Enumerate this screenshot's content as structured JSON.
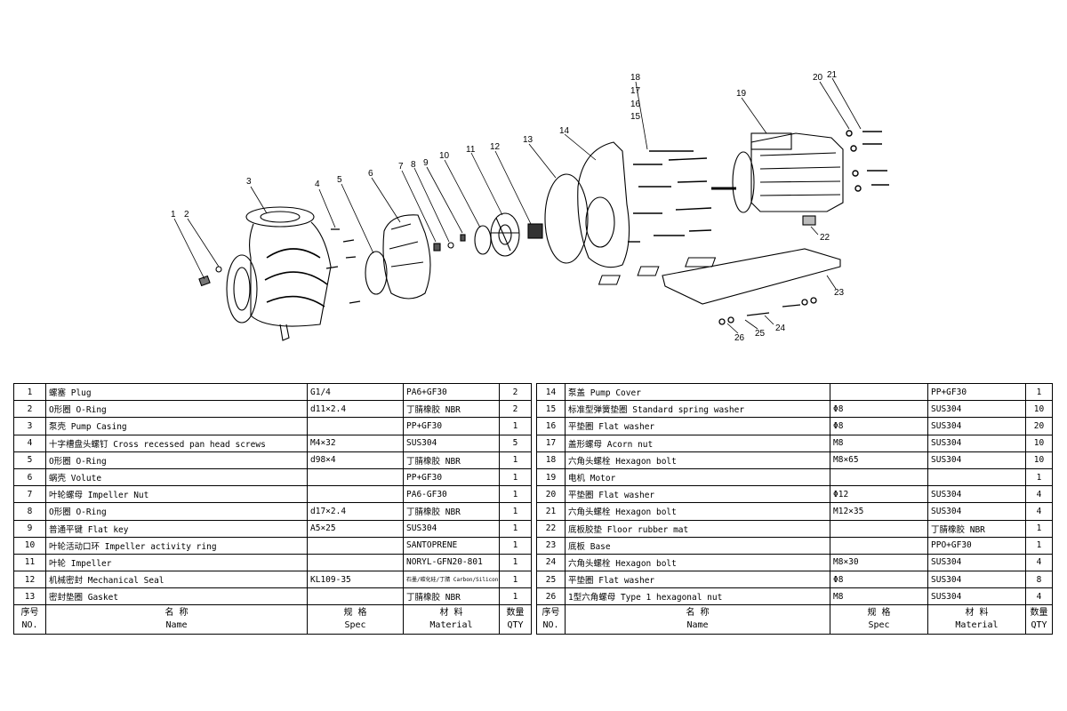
{
  "callouts": [
    "1",
    "2",
    "3",
    "4",
    "5",
    "6",
    "7",
    "8",
    "9",
    "10",
    "11",
    "12",
    "13",
    "14",
    "15",
    "16",
    "17",
    "18",
    "19",
    "20",
    "21",
    "22",
    "23",
    "24",
    "25",
    "26"
  ],
  "table": {
    "headers": {
      "no": "序号",
      "no_en": "NO.",
      "name": "名 称",
      "name_en": "Name",
      "spec": "规 格",
      "spec_en": "Spec",
      "material": "材 料",
      "material_en": "Material",
      "qty": "数量",
      "qty_en": "QTY"
    },
    "left_rows": [
      {
        "no": "1",
        "name": "螺塞 Plug",
        "spec": "G1/4",
        "material": "PA6+GF30",
        "qty": "2"
      },
      {
        "no": "2",
        "name": "O形圈 O-Ring",
        "spec": "d11×2.4",
        "material": "丁腈橡胶 NBR",
        "qty": "2"
      },
      {
        "no": "3",
        "name": "泵壳 Pump Casing",
        "spec": "",
        "material": "PP+GF30",
        "qty": "1"
      },
      {
        "no": "4",
        "name": "十字槽盘头螺钉 Cross recessed  pan head screws",
        "spec": "M4×32",
        "material": "SUS304",
        "qty": "5"
      },
      {
        "no": "5",
        "name": "O形圈 O-Ring",
        "spec": "d98×4",
        "material": "丁腈橡胶 NBR",
        "qty": "1"
      },
      {
        "no": "6",
        "name": "蜗壳 Volute",
        "spec": "",
        "material": "PP+GF30",
        "qty": "1"
      },
      {
        "no": "7",
        "name": "叶轮螺母 Impeller Nut",
        "spec": "",
        "material": "PA6-GF30",
        "qty": "1"
      },
      {
        "no": "8",
        "name": "O形圈 O-Ring",
        "spec": "d17×2.4",
        "material": "丁腈橡胶 NBR",
        "qty": "1"
      },
      {
        "no": "9",
        "name": "普通平键 Flat key",
        "spec": "A5×25",
        "material": "SUS304",
        "qty": "1"
      },
      {
        "no": "10",
        "name": "叶轮活动口环 Impeller activity ring",
        "spec": "",
        "material": "SANTOPRENE",
        "qty": "1"
      },
      {
        "no": "11",
        "name": "叶轮 Impeller",
        "spec": "",
        "material": "NORYL-GFN20-801",
        "qty": "1"
      },
      {
        "no": "12",
        "name": "机械密封 Mechanical Seal",
        "spec": "KL109-35",
        "material": "石墨/碳化硅/丁腈 Carbon/Silicon Carbide/PI",
        "qty": "1"
      },
      {
        "no": "13",
        "name": "密封垫圈 Gasket",
        "spec": "",
        "material": "丁腈橡胶 NBR",
        "qty": "1"
      }
    ],
    "right_rows": [
      {
        "no": "14",
        "name": "泵盖 Pump Cover",
        "spec": "",
        "material": "PP+GF30",
        "qty": "1"
      },
      {
        "no": "15",
        "name": "标准型弹簧垫圈 Standard spring washer",
        "spec": "Φ8",
        "material": "SUS304",
        "qty": "10"
      },
      {
        "no": "16",
        "name": "平垫圈 Flat washer",
        "spec": "Φ8",
        "material": "SUS304",
        "qty": "20"
      },
      {
        "no": "17",
        "name": "盖形螺母 Acorn nut",
        "spec": "M8",
        "material": "SUS304",
        "qty": "10"
      },
      {
        "no": "18",
        "name": "六角头螺栓 Hexagon bolt",
        "spec": "M8×65",
        "material": "SUS304",
        "qty": "10"
      },
      {
        "no": "19",
        "name": "电机 Motor",
        "spec": "",
        "material": "",
        "qty": "1"
      },
      {
        "no": "20",
        "name": "平垫圈 Flat washer",
        "spec": "Φ12",
        "material": "SUS304",
        "qty": "4"
      },
      {
        "no": "21",
        "name": "六角头螺栓 Hexagon bolt",
        "spec": "M12×35",
        "material": "SUS304",
        "qty": "4"
      },
      {
        "no": "22",
        "name": "底板胶垫 Floor rubber mat",
        "spec": "",
        "material": "丁腈橡胶 NBR",
        "qty": "1"
      },
      {
        "no": "23",
        "name": "底板 Base",
        "spec": "",
        "material": "PPO+GF30",
        "qty": "1"
      },
      {
        "no": "24",
        "name": "六角头螺栓 Hexagon bolt",
        "spec": "M8×30",
        "material": "SUS304",
        "qty": "4"
      },
      {
        "no": "25",
        "name": "平垫圈 Flat washer",
        "spec": "Φ8",
        "material": "SUS304",
        "qty": "8"
      },
      {
        "no": "26",
        "name": "1型六角螺母 Type 1 hexagonal nut",
        "spec": "M8",
        "material": "SUS304",
        "qty": "4"
      }
    ]
  }
}
